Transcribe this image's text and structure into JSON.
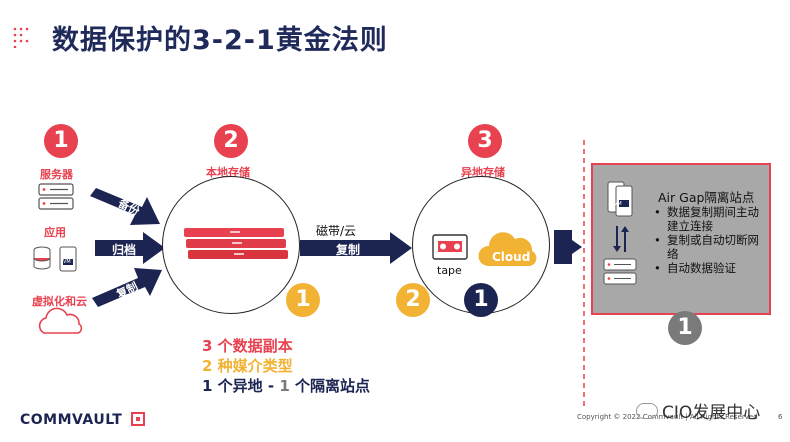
{
  "title": {
    "prefix": "数据保护的",
    "rule": "3-2-1",
    "suffix": "黄金法则"
  },
  "step1": {
    "number": "1",
    "label": "服务器"
  },
  "step2": {
    "number": "2",
    "label": "本地存储"
  },
  "step3": {
    "number": "3",
    "label": "异地存储"
  },
  "sources": {
    "app": "应用",
    "virt": "虚拟化和云"
  },
  "arrows": {
    "backup": "备份",
    "archive": "归档",
    "copy_left": "复制",
    "media": "磁带/云",
    "replicate": "复制"
  },
  "labels": {
    "tape": "tape",
    "cloud": "Cloud",
    "vm": "VM"
  },
  "badges": {
    "yellow_one_left": "1",
    "yellow_two": "2",
    "navy_one": "1",
    "grey_one": "1"
  },
  "airgap": {
    "title": "Air Gap隔离站点",
    "bullets": [
      "数据复制期间主动建立连接",
      "复制或自动切断网络",
      "自动数据验证"
    ]
  },
  "summary": {
    "line1_num": "3",
    "line1_text": " 个数据副本",
    "line2_num": "2",
    "line2_text": "  种媒介类型",
    "line3_num1": "1",
    "line3_text1": " 个异地 - ",
    "line3_num2": "1",
    "line3_text2": " 个隔离站点"
  },
  "footer": {
    "logo": "COMMVAULT",
    "copyright": "Copyright © 2022 Commvault  |  All Rights Reserved",
    "page": "6",
    "watermark": "CIO发展中心"
  },
  "colors": {
    "red": "#e8414f",
    "yellow": "#f2b233",
    "navy": "#1c2452",
    "grey": "#7a7a7a"
  }
}
